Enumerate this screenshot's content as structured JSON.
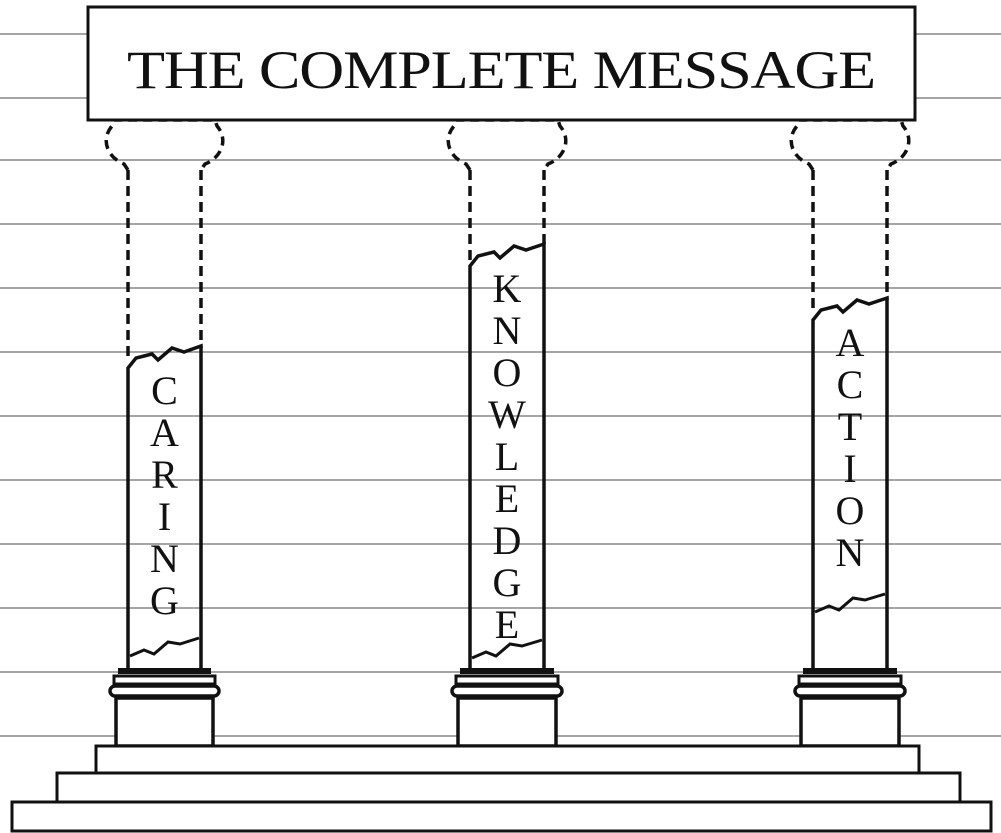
{
  "title": "THE COMPLETE MESSAGE",
  "colors": {
    "ink": "#111111",
    "background": "#ffffff",
    "ruled_line": "#6f6f6f"
  },
  "pillars": [
    {
      "id": "caring",
      "label": "CARING",
      "fill_level": 0.45
    },
    {
      "id": "knowledge",
      "label": "KNOWLEDGE",
      "fill_level": 0.8
    },
    {
      "id": "action",
      "label": "ACTION",
      "fill_level": 0.55
    }
  ]
}
